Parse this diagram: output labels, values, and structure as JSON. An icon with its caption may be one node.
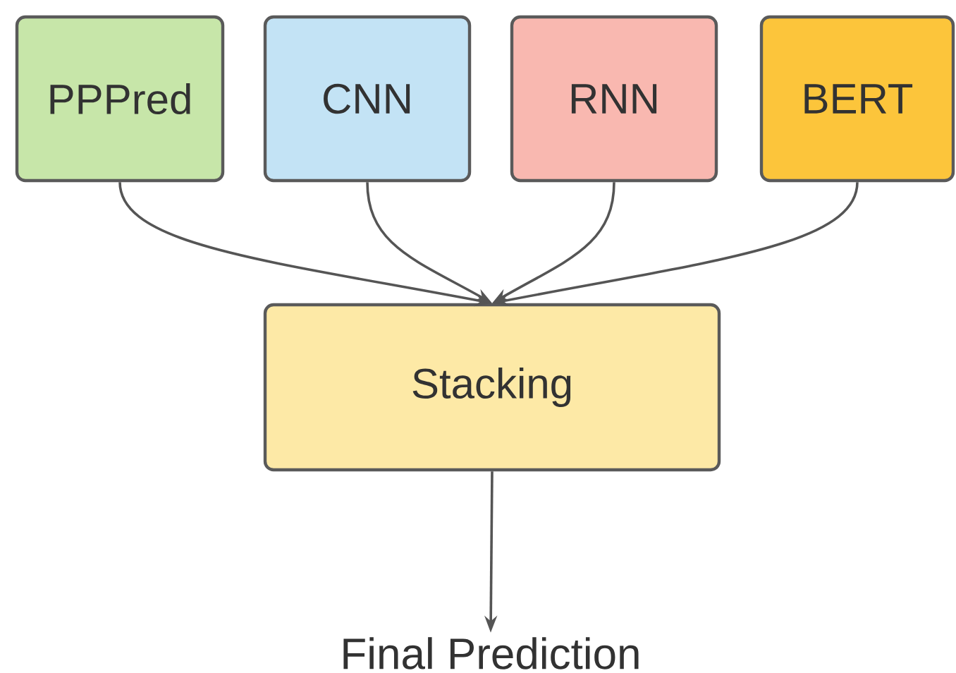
{
  "diagram": {
    "nodes": [
      {
        "text": [
          "PPPred"
        ]
      },
      {
        "text": [
          "CNN"
        ]
      },
      {
        "text": [
          "RNN"
        ]
      },
      {
        "text": [
          "BERT"
        ]
      },
      {
        "text": [
          "Stacking"
        ]
      },
      {
        "text": [
          "Final Prediction"
        ]
      }
    ],
    "edges": [
      {
        "from": 0,
        "to": 4,
        "arrow": "to"
      },
      {
        "from": 1,
        "to": 4,
        "arrow": "to"
      },
      {
        "from": 2,
        "to": 4,
        "arrow": "to"
      },
      {
        "from": 3,
        "to": 4,
        "arrow": "to"
      },
      {
        "from": 4,
        "to": 5,
        "arrow": "to"
      }
    ]
  }
}
